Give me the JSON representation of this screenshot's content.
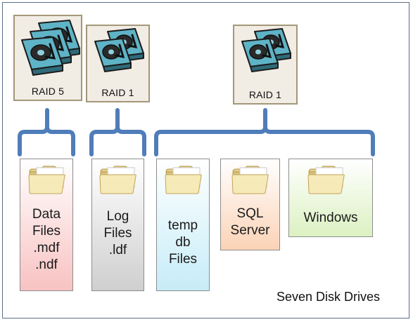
{
  "raid_groups": [
    {
      "label": "RAID 5"
    },
    {
      "label": "RAID 1"
    },
    {
      "label": "RAID 1"
    }
  ],
  "folders": [
    {
      "lines": [
        "Data",
        "Files",
        ".mdf",
        ".ndf"
      ],
      "color": "#f8c2c2"
    },
    {
      "lines": [
        "Log",
        "Files",
        ".ldf"
      ],
      "color": "#cfcfcf"
    },
    {
      "lines": [
        "temp",
        "db",
        "Files"
      ],
      "color": "#c6ecf8"
    },
    {
      "lines": [
        "SQL",
        "Server"
      ],
      "color": "#fbd3b6"
    },
    {
      "lines": [
        "Windows"
      ],
      "color": "#dcf1c2"
    }
  ],
  "footer": "Seven Disk Drives",
  "colors": {
    "bracket": "#4f7dba",
    "raid_fill": "#f1ece4",
    "raid_border": "#a39778",
    "disk_body": "#5fb3c6",
    "disk_outline": "#1b1b1b",
    "folder_tab": "#e6d59a",
    "folder_front": "#f6eab8"
  }
}
